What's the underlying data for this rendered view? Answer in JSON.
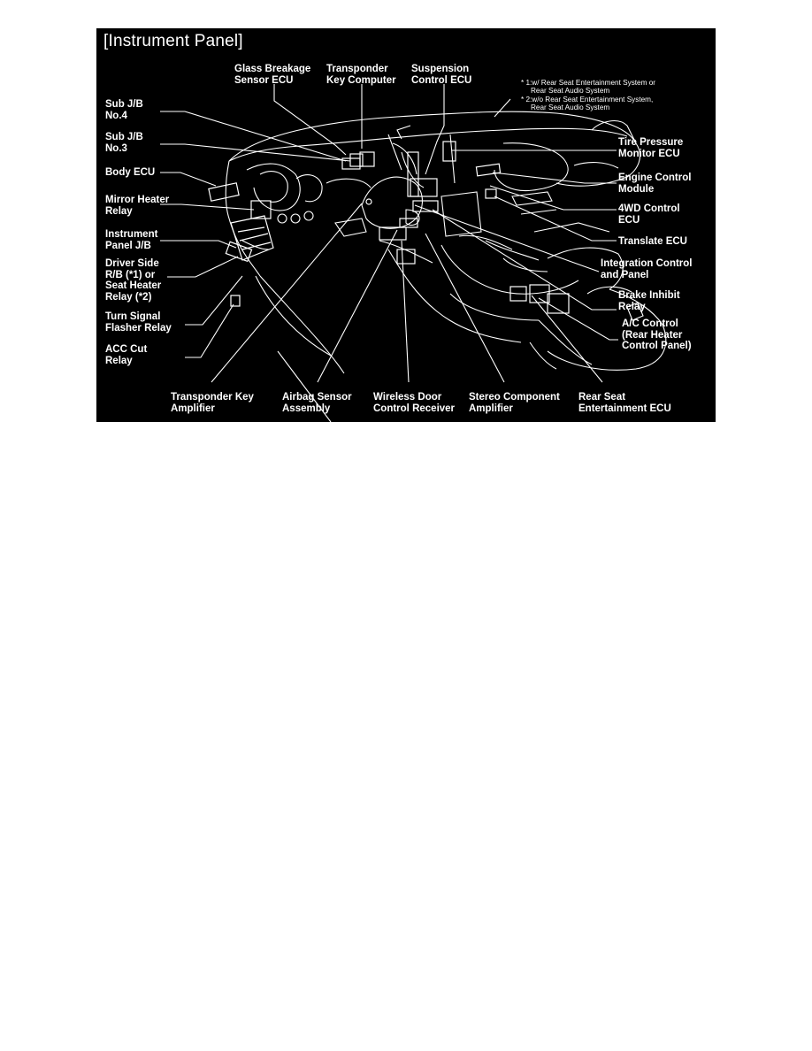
{
  "title": "[Instrument Panel]",
  "notes": [
    "* 1:w/ Rear Seat Entertainment System or",
    "Rear Seat Audio System",
    "* 2:w/o Rear Seat Entertainment System,",
    "Rear Seat Audio System"
  ],
  "labels": {
    "glass_breakage": [
      "Glass Breakage",
      "Sensor ECU"
    ],
    "transponder_key_computer": [
      "Transponder",
      "Key Computer"
    ],
    "suspension_control": [
      "Suspension",
      "Control ECU"
    ],
    "sub_jb_4": [
      "Sub J/B",
      "No.4"
    ],
    "sub_jb_3": [
      "Sub J/B",
      "No.3"
    ],
    "body_ecu": [
      "Body ECU"
    ],
    "mirror_heater": [
      "Mirror Heater",
      "Relay"
    ],
    "instrument_panel_jb": [
      "Instrument",
      "Panel J/B"
    ],
    "driver_side_rb": [
      "Driver Side",
      "R/B (*1) or",
      "Seat Heater",
      "Relay (*2)"
    ],
    "turn_signal": [
      "Turn Signal",
      "Flasher Relay"
    ],
    "acc_cut": [
      "ACC Cut",
      "Relay"
    ],
    "transponder_key_amp": [
      "Transponder Key",
      "Amplifier"
    ],
    "airbag_sensor": [
      "Airbag Sensor",
      "Assembly"
    ],
    "wireless_door": [
      "Wireless Door",
      "Control Receiver"
    ],
    "stereo_amp": [
      "Stereo Component",
      "Amplifier"
    ],
    "rear_seat_ent": [
      "Rear Seat",
      "Entertainment ECU"
    ],
    "tire_pressure": [
      "Tire Pressure",
      "Monitor ECU"
    ],
    "engine_control": [
      "Engine Control",
      "Module"
    ],
    "fourwd_control": [
      "4WD Control",
      "ECU"
    ],
    "translate_ecu": [
      "Translate ECU"
    ],
    "integration_control": [
      "Integration Control",
      "and Panel"
    ],
    "brake_inhibit": [
      "Brake Inhibit",
      "Relay"
    ],
    "ac_control": [
      "A/C Control",
      "(Rear Heater",
      "Control Panel)"
    ]
  },
  "colors": {
    "background": "#000000",
    "ink": "#ffffff",
    "page": "#ffffff"
  }
}
